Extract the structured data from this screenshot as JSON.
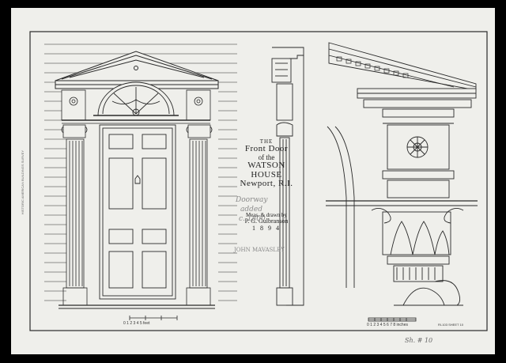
{
  "title": {
    "the": "THE",
    "line1": "Front Door",
    "line2": "of the",
    "line3": "WATSON",
    "line4": "HOUSE",
    "line5": "Newport, R.I.",
    "credit1": "Meas. & drawn by",
    "credit2": "P. G. Gulbranson",
    "year": "1 8 9 4"
  },
  "handwritten": {
    "note1": "Doorway",
    "note2": "added",
    "note3": "c. 1800",
    "note4": "JOHN MAVASLEY",
    "corner": "Sh. # 10"
  },
  "scales": {
    "left": "0   1   2   3   4   5 feet",
    "right": "0 1 2 3 4 5 6 7 8  inches"
  },
  "margin_text": "HISTORIC AMERICAN BUILDINGS SURVEY",
  "corner_stamp": "RI-103  SHEET 10"
}
